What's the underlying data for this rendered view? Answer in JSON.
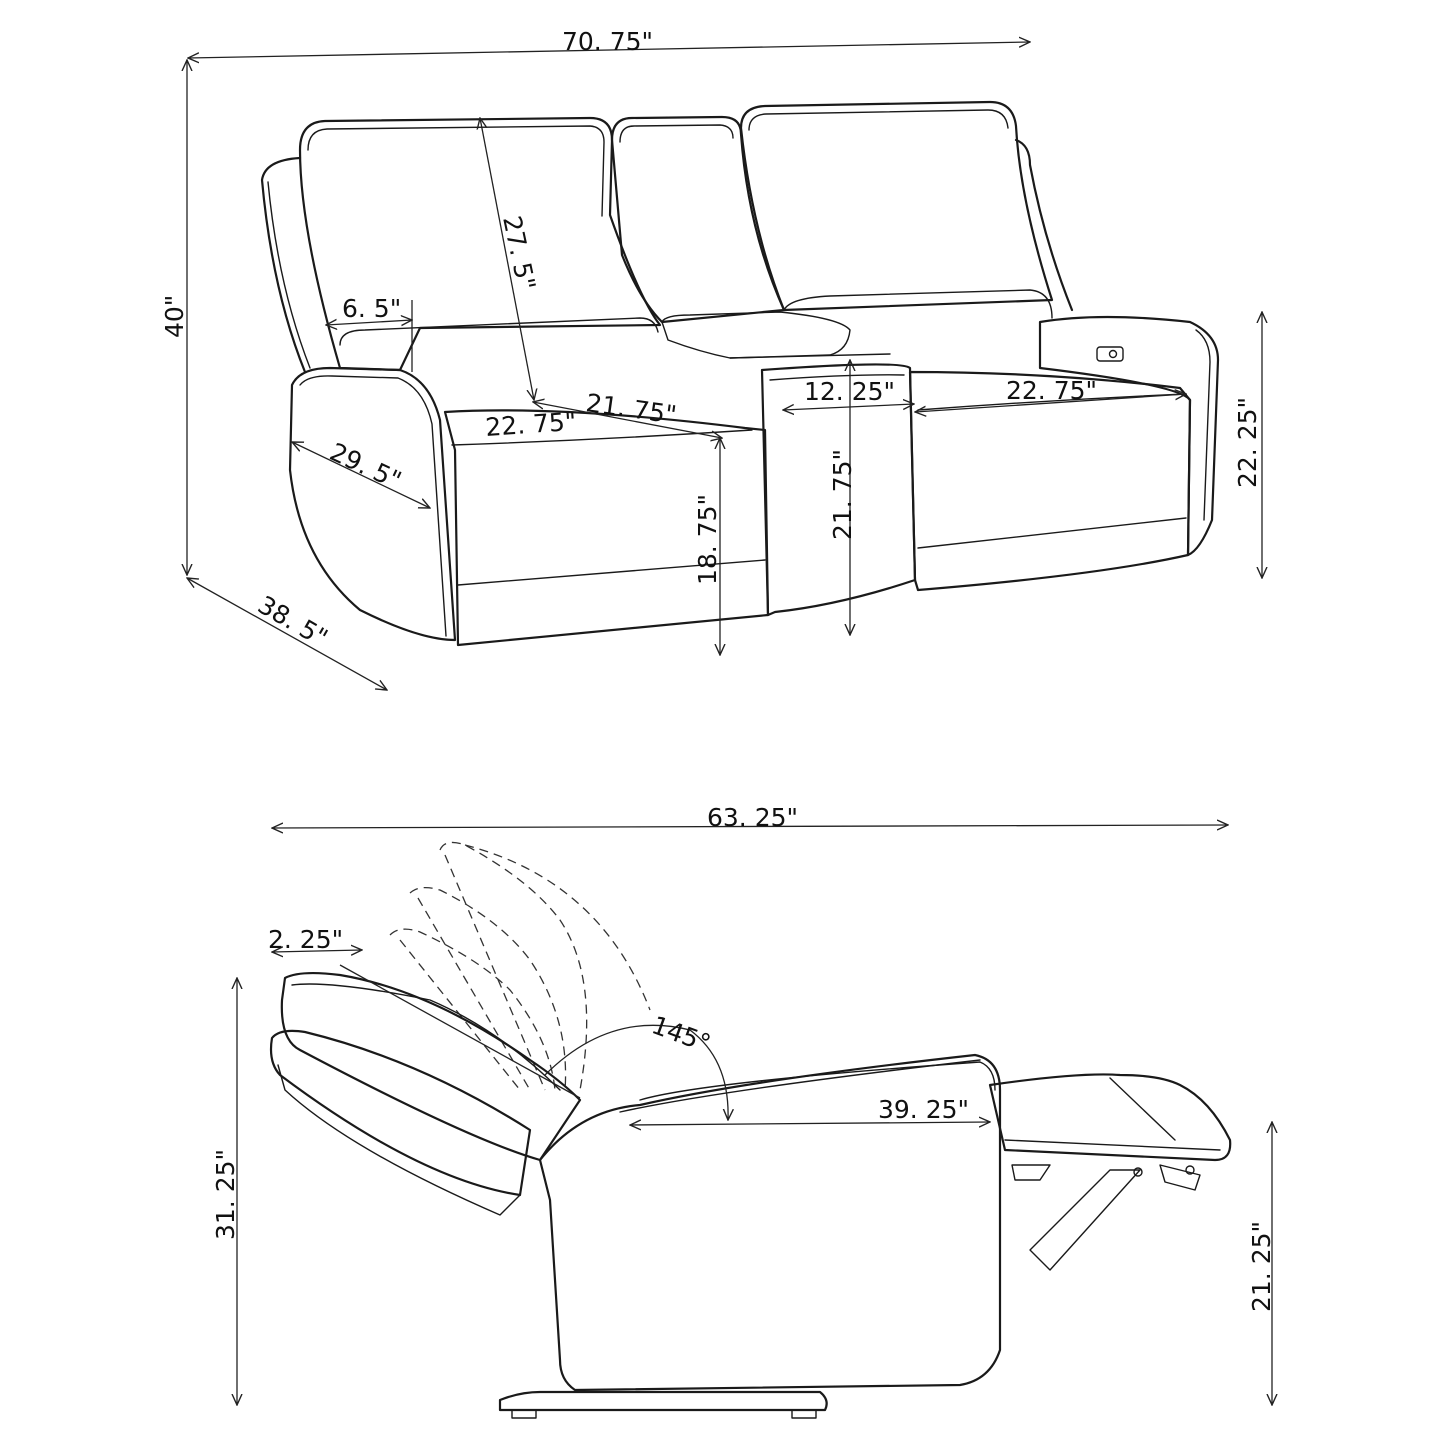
{
  "front_view": {
    "overall_width": "70. 75\"",
    "overall_height": "40\"",
    "depth": "38. 5\"",
    "arm_width": "6. 5\"",
    "back_height": "27. 5\"",
    "arm_depth": "29. 5\"",
    "seat_width_left": "22. 75\"",
    "seat_depth_left": "21. 75\"",
    "seat_height": "18. 75\"",
    "console_width": "12. 25\"",
    "console_height": "21. 75\"",
    "seat_width_right": "22. 75\"",
    "arm_height": "22. 25\""
  },
  "side_view": {
    "extended_length": "63. 25\"",
    "wall_clearance": "2. 25\"",
    "recline_angle": "145°",
    "seat_to_footrest": "39. 25\"",
    "back_height": "31. 25\"",
    "footrest_height": "21. 25\""
  }
}
